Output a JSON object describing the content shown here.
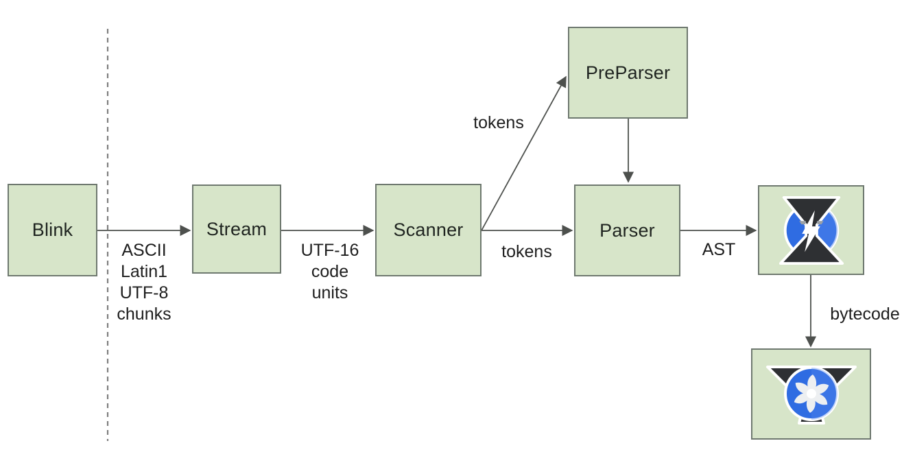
{
  "diagram": {
    "description": "V8 JavaScript parsing pipeline diagram",
    "nodes": [
      {
        "id": "blink",
        "label": "Blink"
      },
      {
        "id": "stream",
        "label": "Stream"
      },
      {
        "id": "scanner",
        "label": "Scanner"
      },
      {
        "id": "preparser",
        "label": "PreParser"
      },
      {
        "id": "parser",
        "label": "Parser"
      },
      {
        "id": "ignition",
        "label": "",
        "icon": "ignition-hourglass-lightning-logo"
      },
      {
        "id": "turbofan",
        "label": "",
        "icon": "turbofan-turbine-fan-logo"
      }
    ],
    "edges": [
      {
        "from": "Blink",
        "to": "Stream",
        "label": "ASCII\nLatin1\nUTF-8\nchunks"
      },
      {
        "from": "Stream",
        "to": "Scanner",
        "label": "UTF-16\ncode\nunits"
      },
      {
        "from": "Scanner",
        "to": "PreParser",
        "label": "tokens"
      },
      {
        "from": "Scanner",
        "to": "Parser",
        "label": "tokens"
      },
      {
        "from": "PreParser",
        "to": "Parser",
        "label": ""
      },
      {
        "from": "Parser",
        "to": "Ignition",
        "label": "AST"
      },
      {
        "from": "Ignition",
        "to": "TurboFan",
        "label": "bytecode"
      }
    ],
    "boundary": {
      "style": "vertical-dashed-line",
      "meaning": "process boundary right of Blink"
    },
    "colors": {
      "background": "#ffffff",
      "node_fill": "#d7e5c9",
      "node_border": "#6e786f",
      "arrow": "#4d504d",
      "dashed_line": "#7d7d7d",
      "text": "#1d1d1d",
      "logo_blue": "#2f6ce2",
      "logo_blue_highlight": "#5286ee",
      "logo_dark": "#2e3033",
      "logo_white": "#ffffff",
      "fan_blade": "#edeff1"
    }
  }
}
